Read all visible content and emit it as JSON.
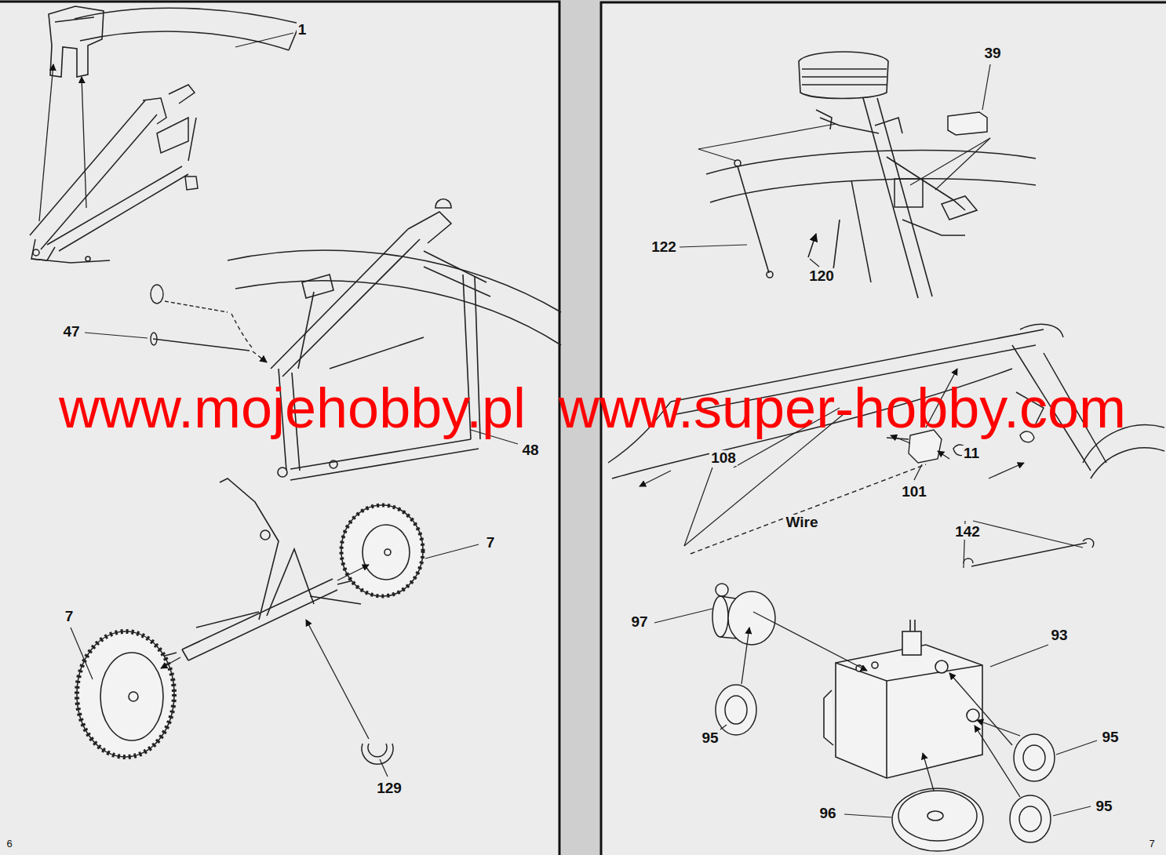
{
  "diagram": {
    "labels": [
      "39",
      "1",
      "122",
      "120",
      "47",
      "www.mojehobby.pl",
      "www.super-hobby.com",
      "48",
      "11",
      "108",
      "101",
      "Wire",
      "142",
      "7",
      "7",
      "97",
      "93",
      "95",
      "95",
      "129",
      "95",
      "96",
      "6",
      "7"
    ]
  }
}
